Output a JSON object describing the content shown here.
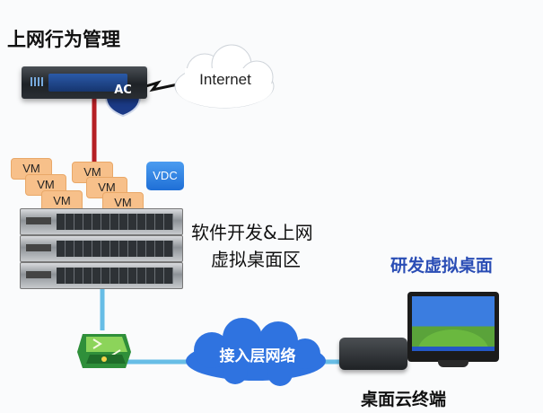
{
  "labels": {
    "ac_title": "上网行为管理",
    "ac_badge": "AC",
    "internet": "Internet",
    "vdc": "VDC",
    "vm": [
      "VM",
      "VM",
      "VM",
      "VM",
      "VM",
      "VM"
    ],
    "sw_line1": "软件开发&上网",
    "sw_line2": "虚拟桌面区",
    "vd_label": "研发虚拟桌面",
    "access_net": "接入层网络",
    "terminal": "桌面云终端"
  },
  "colors": {
    "ac_link": "#b51f24",
    "lan_link": "#67bde6",
    "vd_title": "#2a4db5",
    "vm_fill": "#f7c08a",
    "cloud_fill": "#2f73e0"
  }
}
